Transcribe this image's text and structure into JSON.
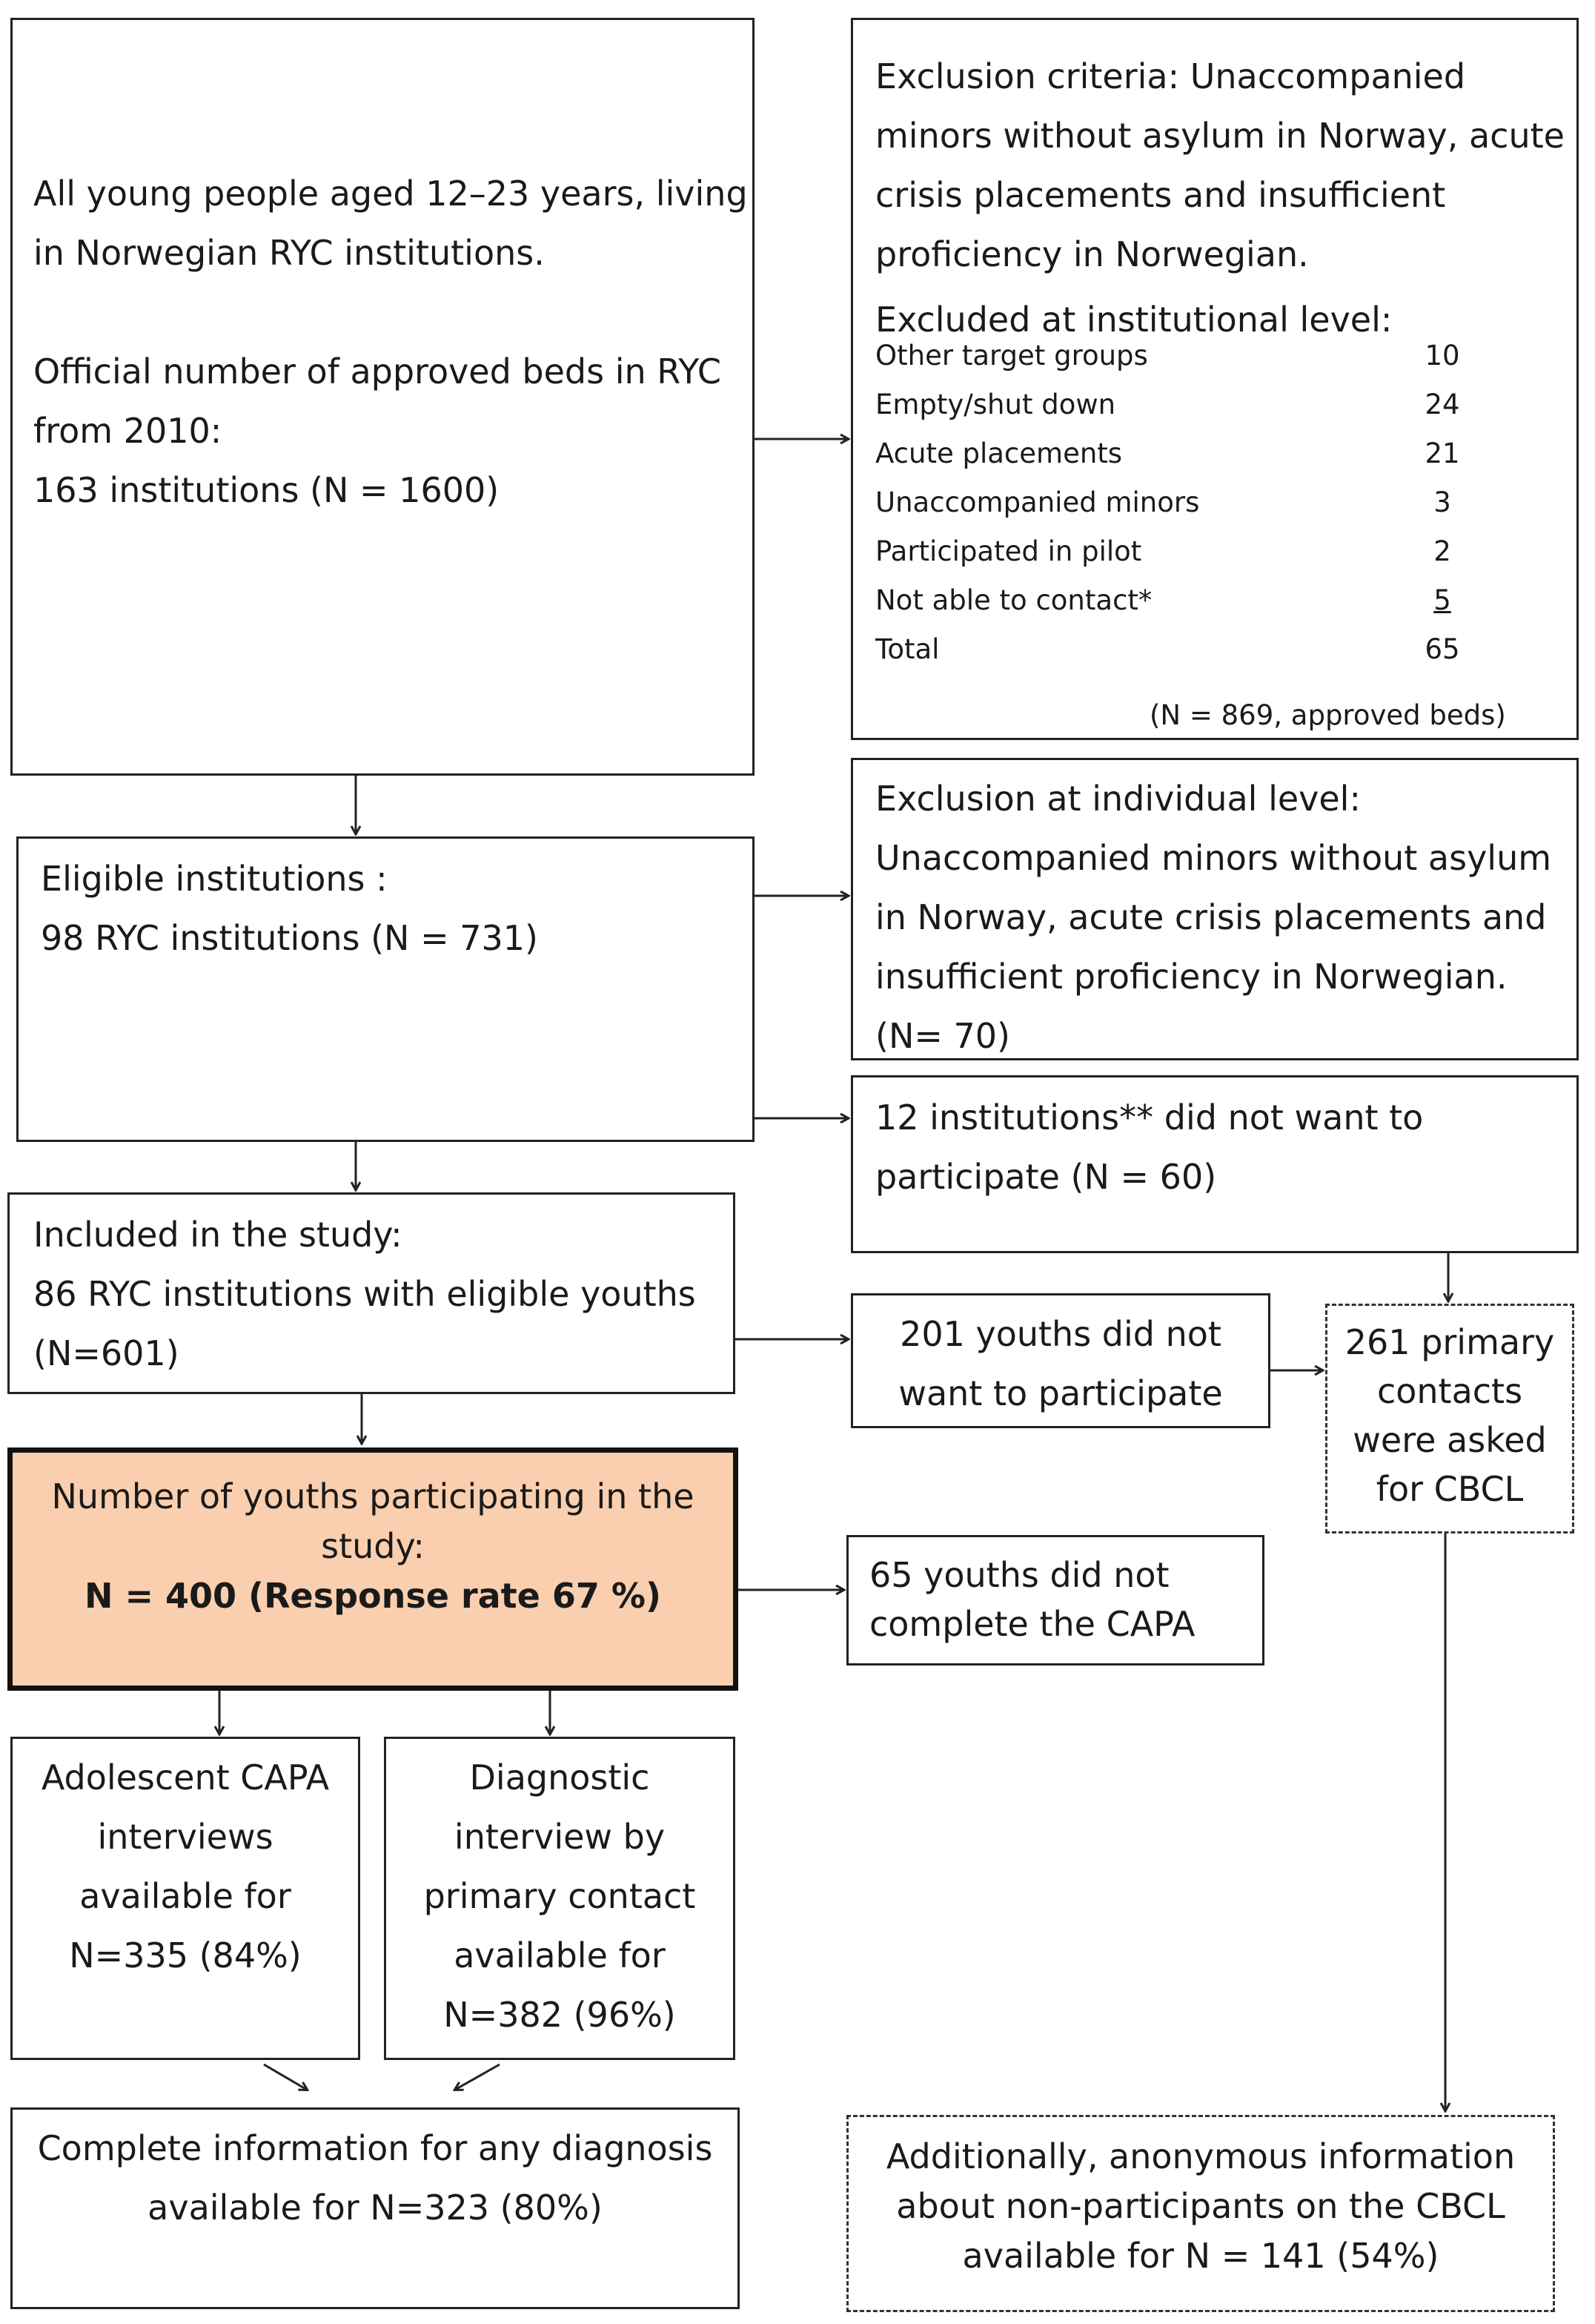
{
  "boxes": {
    "population": {
      "lines": [
        "All young people aged 12–23 years, living",
        "in Norwegian RYC institutions.",
        "Official number of approved beds in RYC",
        "from 2010:",
        "163 institutions (N = 1600)"
      ]
    },
    "exclusion_criteria": {
      "lines": [
        "Exclusion criteria: Unaccompanied",
        "minors without asylum in Norway, acute",
        "crisis placements and insufficient",
        "proficiency in Norwegian."
      ],
      "inst_heading": "Excluded at institutional level:",
      "rows": [
        {
          "label": "Other target groups",
          "value": "10"
        },
        {
          "label": "Empty/shut down",
          "value": "24"
        },
        {
          "label": "Acute placements",
          "value": "21"
        },
        {
          "label": "Unaccompanied minors",
          "value": "3"
        },
        {
          "label": "Participated in pilot",
          "value": "2"
        },
        {
          "label": "Not able to contact*",
          "value": "5"
        },
        {
          "label": "Total",
          "value": "65"
        }
      ],
      "footnote": "(N = 869,   approved beds)"
    },
    "eligible": {
      "lines": [
        "Eligible institutions :",
        "98 RYC institutions (N = 731)"
      ]
    },
    "exclusion_individual": {
      "lines": [
        "Exclusion at individual level:",
        "Unaccompanied minors without asylum",
        "in Norway, acute crisis placements and",
        "insufficient proficiency in Norwegian.",
        "(N= 70)"
      ]
    },
    "declined_institutions": {
      "lines": [
        "12 institutions** did not want to",
        "participate (N = 60)"
      ]
    },
    "included": {
      "lines": [
        "Included in the study:",
        "86 RYC institutions with eligible youths",
        "(N=601)"
      ]
    },
    "declined_youths": {
      "lines": [
        "201 youths did not",
        "want to participate"
      ]
    },
    "primary_contacts": {
      "lines": [
        "261 primary",
        "contacts",
        "were asked",
        "for CBCL"
      ]
    },
    "participating": {
      "lines": [
        "Number of youths participating in the",
        "study:"
      ],
      "bold_line": "N = 400 (Response rate 67 %)"
    },
    "no_capa": {
      "lines": [
        "65 youths did not",
        "complete the CAPA"
      ]
    },
    "capa": {
      "lines": [
        "Adolescent CAPA",
        "interviews",
        "available for",
        "N=335 (84%)"
      ]
    },
    "diagnostic": {
      "lines": [
        "Diagnostic",
        "interview by",
        "primary contact",
        "available for",
        "N=382 (96%)"
      ]
    },
    "complete": {
      "lines": [
        "Complete information for any diagnosis",
        "available for N=323 (80%)"
      ]
    },
    "anonymous": {
      "lines": [
        "Additionally, anonymous information",
        "about non-participants on the CBCL",
        "available for N = 141 (54%)"
      ]
    }
  }
}
